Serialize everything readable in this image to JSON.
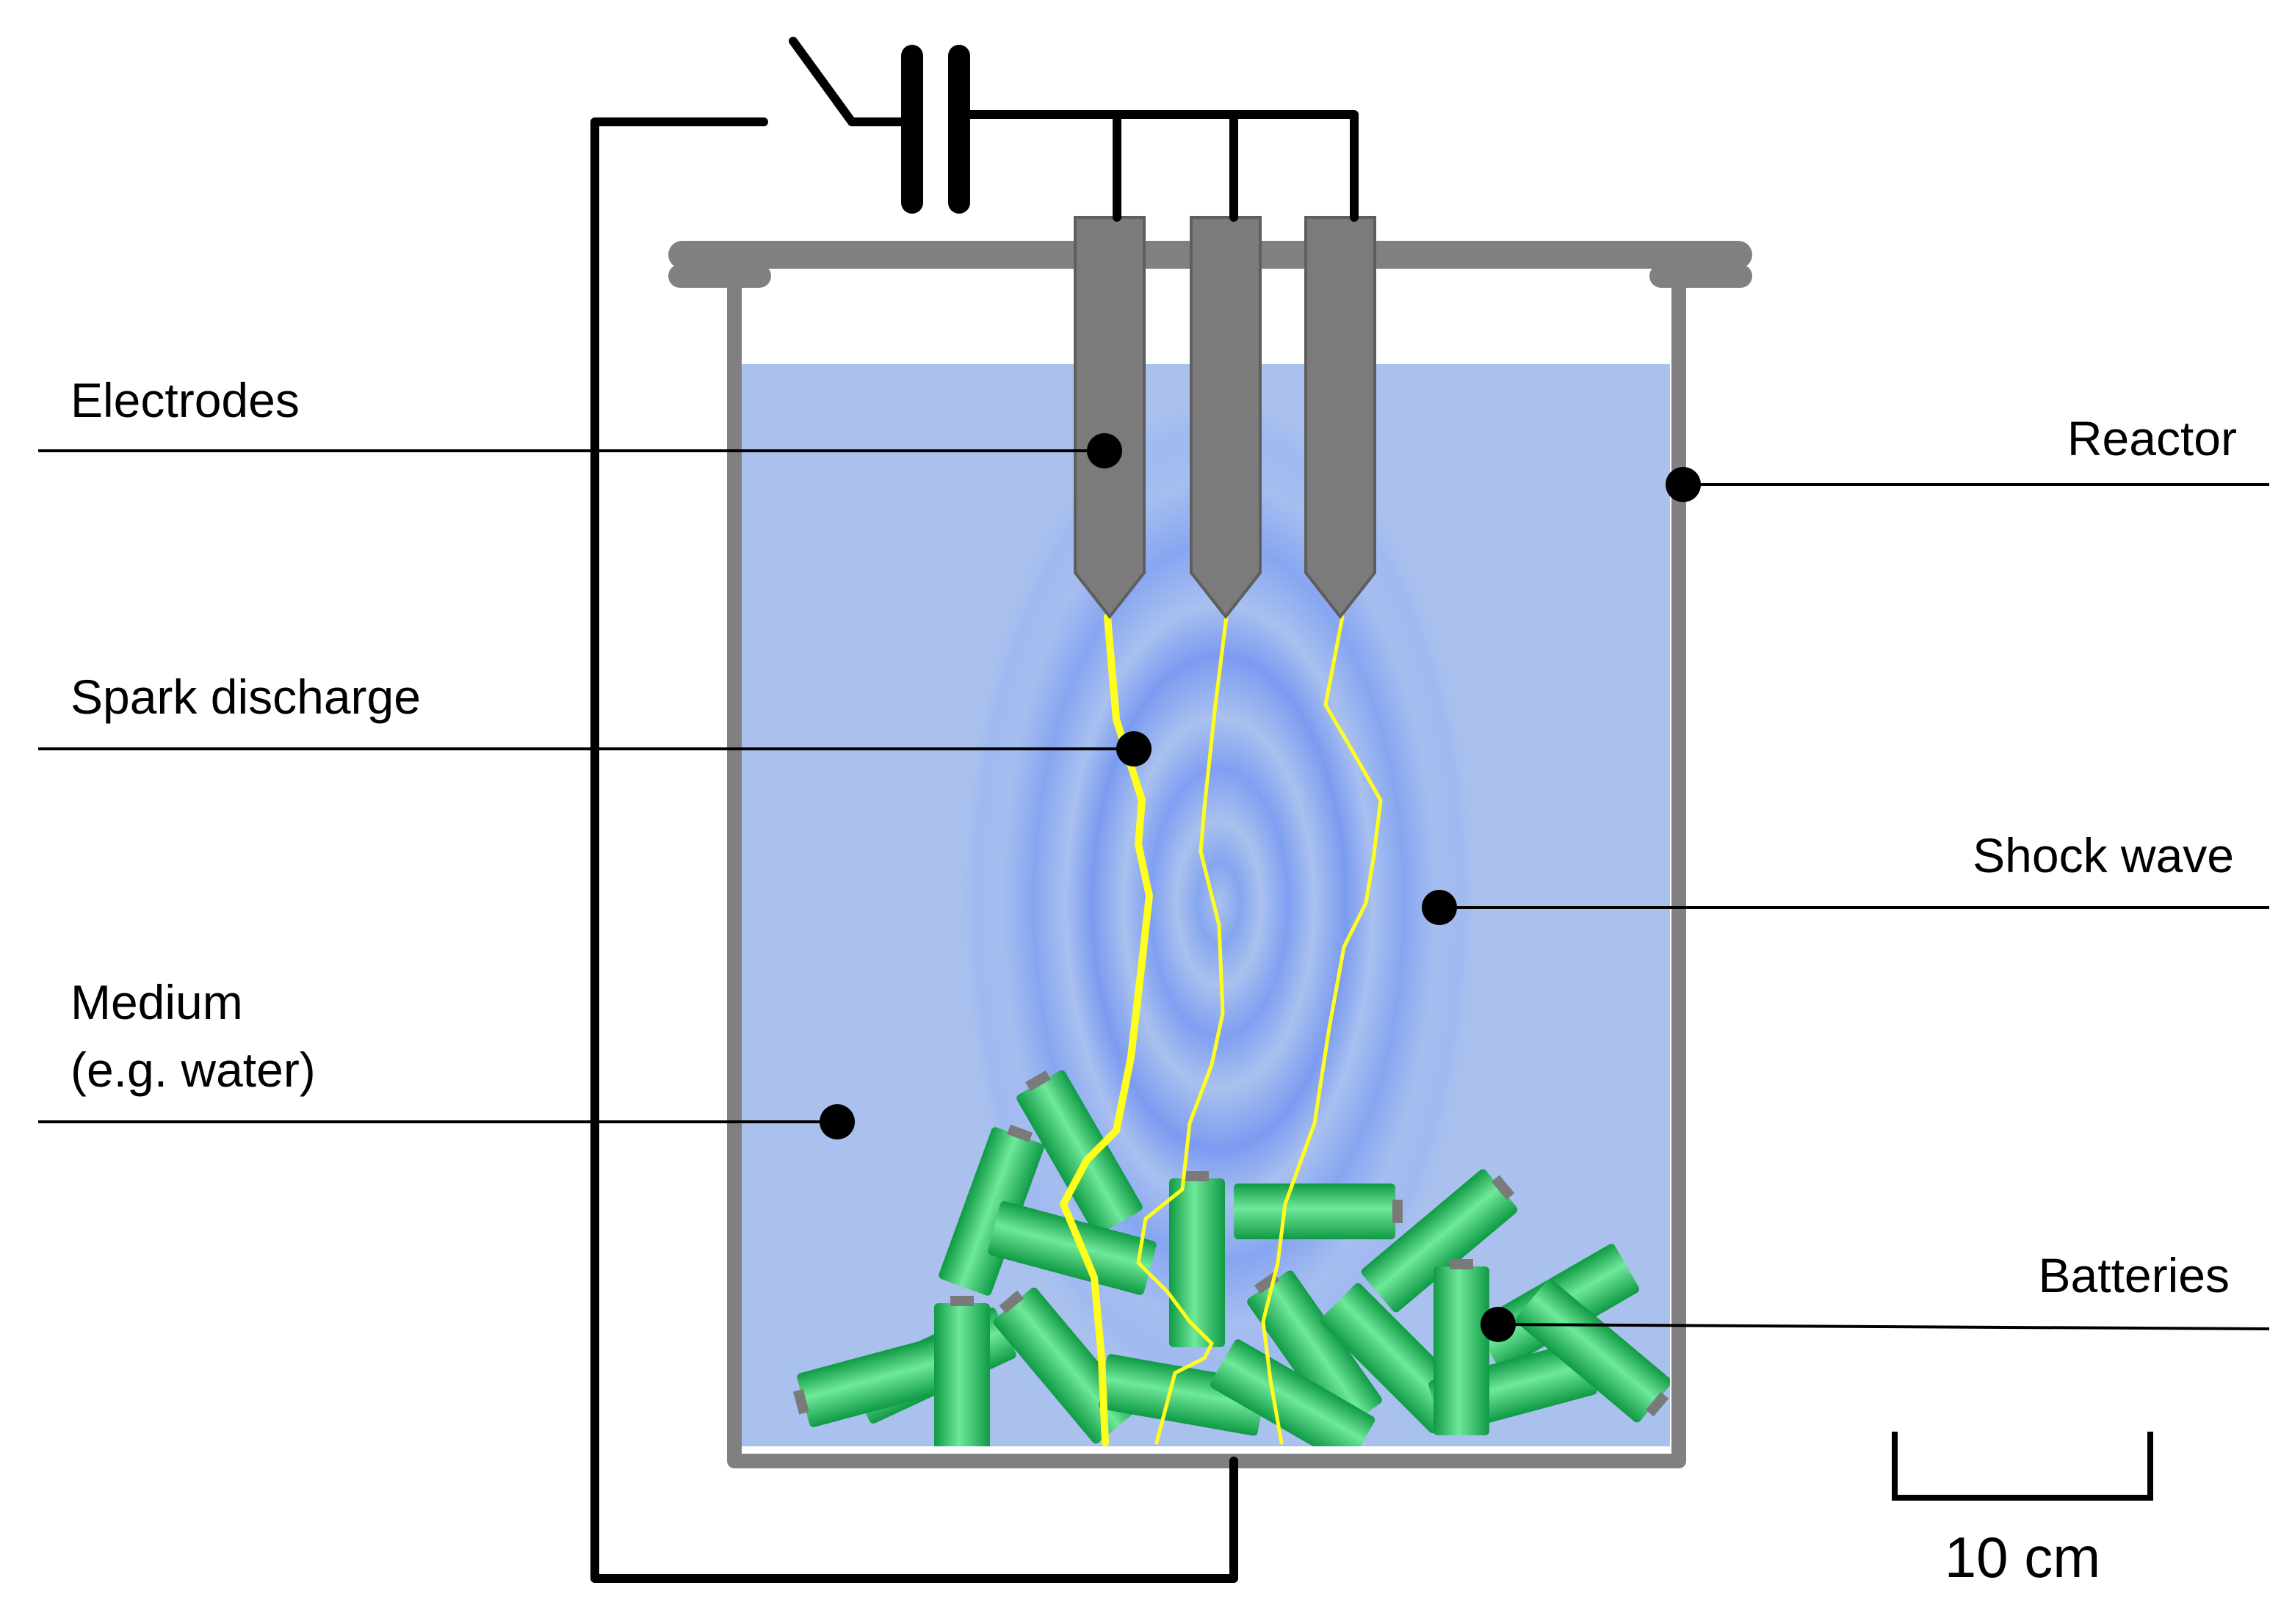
{
  "labels": {
    "electrodes": "Electrodes",
    "spark_discharge": "Spark discharge",
    "medium_line1": "Medium",
    "medium_line2": "(e.g. water)",
    "reactor": "Reactor",
    "shock_wave": "Shock wave",
    "batteries": "Batteries"
  },
  "scale_bar": {
    "label": "10 cm"
  },
  "colors": {
    "medium": "#aac1ee",
    "reactor_wall": "#808080",
    "electrode": "#7b7b7b",
    "wire": "#000000",
    "spark": "#ffff1e",
    "battery": "#1fba56",
    "shock_wave": "#6b93f2"
  }
}
